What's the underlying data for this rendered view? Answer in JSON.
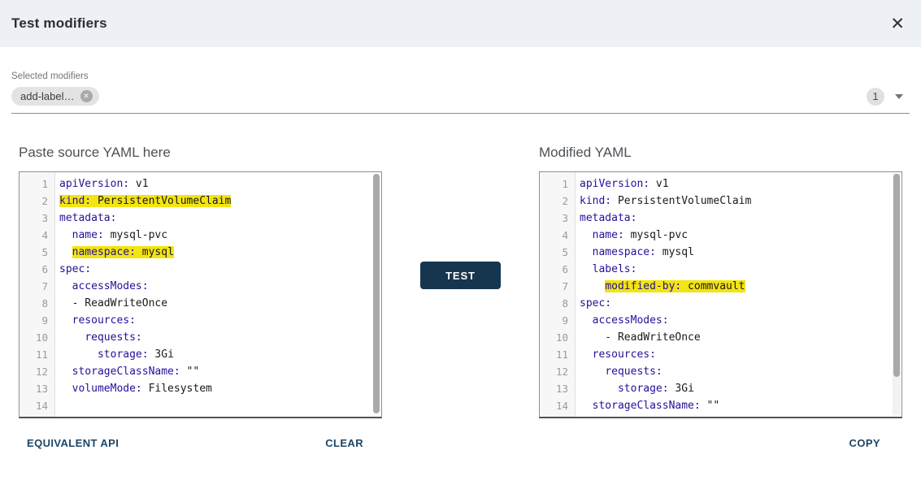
{
  "dialog": {
    "title": "Test modifiers",
    "close_icon": "✕"
  },
  "modifiers": {
    "label": "Selected modifiers",
    "chip": {
      "label": "add-label…",
      "remove_icon": "✕"
    },
    "count_badge": "1"
  },
  "panels": {
    "source": {
      "title": "Paste source YAML here"
    },
    "modified": {
      "title": "Modified YAML"
    }
  },
  "test_button": {
    "label": "TEST"
  },
  "actions": {
    "equivalent_api": "EQUIVALENT API",
    "clear": "CLEAR",
    "copy": "COPY"
  },
  "colors": {
    "header_bg": "#edf0f5",
    "accent_navy": "#16354e",
    "highlight_yellow": "#f3e412",
    "yaml_key": "#221199",
    "yaml_value": "#1a1a1a",
    "link_text": "#1b4666"
  },
  "source_yaml": {
    "lines": [
      {
        "n": "1",
        "segs": [
          {
            "t": "apiVersion:",
            "c": "key"
          },
          {
            "t": " v1",
            "c": "val"
          }
        ]
      },
      {
        "n": "2",
        "segs": [
          {
            "t": "kind:",
            "c": "key",
            "hl": true
          },
          {
            "t": " PersistentVolumeClaim",
            "c": "val",
            "hl": true
          }
        ]
      },
      {
        "n": "3",
        "segs": [
          {
            "t": "metadata:",
            "c": "key"
          }
        ]
      },
      {
        "n": "4",
        "segs": [
          {
            "t": "  ",
            "c": "val"
          },
          {
            "t": "name:",
            "c": "key"
          },
          {
            "t": " mysql-pvc",
            "c": "val"
          }
        ]
      },
      {
        "n": "5",
        "segs": [
          {
            "t": "  ",
            "c": "val"
          },
          {
            "t": "namespace:",
            "c": "key",
            "hl": true
          },
          {
            "t": " mysql",
            "c": "val",
            "hl": true
          }
        ]
      },
      {
        "n": "6",
        "segs": [
          {
            "t": "spec:",
            "c": "key"
          }
        ]
      },
      {
        "n": "7",
        "segs": [
          {
            "t": "  ",
            "c": "val"
          },
          {
            "t": "accessModes:",
            "c": "key"
          }
        ]
      },
      {
        "n": "8",
        "segs": [
          {
            "t": "  - ReadWriteOnce",
            "c": "val"
          }
        ]
      },
      {
        "n": "9",
        "segs": [
          {
            "t": "  ",
            "c": "val"
          },
          {
            "t": "resources:",
            "c": "key"
          }
        ]
      },
      {
        "n": "10",
        "segs": [
          {
            "t": "    ",
            "c": "val"
          },
          {
            "t": "requests:",
            "c": "key"
          }
        ]
      },
      {
        "n": "11",
        "segs": [
          {
            "t": "      ",
            "c": "val"
          },
          {
            "t": "storage:",
            "c": "key"
          },
          {
            "t": " 3Gi",
            "c": "val"
          }
        ]
      },
      {
        "n": "12",
        "segs": [
          {
            "t": "  ",
            "c": "val"
          },
          {
            "t": "storageClassName:",
            "c": "key"
          },
          {
            "t": " \"\"",
            "c": "val"
          }
        ]
      },
      {
        "n": "13",
        "segs": [
          {
            "t": "  ",
            "c": "val"
          },
          {
            "t": "volumeMode:",
            "c": "key"
          },
          {
            "t": " Filesystem",
            "c": "val"
          }
        ]
      },
      {
        "n": "14",
        "segs": []
      }
    ]
  },
  "modified_yaml": {
    "lines": [
      {
        "n": "1",
        "segs": [
          {
            "t": "apiVersion:",
            "c": "key"
          },
          {
            "t": " v1",
            "c": "val"
          }
        ]
      },
      {
        "n": "2",
        "segs": [
          {
            "t": "kind:",
            "c": "key"
          },
          {
            "t": " PersistentVolumeClaim",
            "c": "val"
          }
        ]
      },
      {
        "n": "3",
        "segs": [
          {
            "t": "metadata:",
            "c": "key"
          }
        ]
      },
      {
        "n": "4",
        "segs": [
          {
            "t": "  ",
            "c": "val"
          },
          {
            "t": "name:",
            "c": "key"
          },
          {
            "t": " mysql-pvc",
            "c": "val"
          }
        ]
      },
      {
        "n": "5",
        "segs": [
          {
            "t": "  ",
            "c": "val"
          },
          {
            "t": "namespace:",
            "c": "key"
          },
          {
            "t": " mysql",
            "c": "val"
          }
        ]
      },
      {
        "n": "6",
        "segs": [
          {
            "t": "  ",
            "c": "val"
          },
          {
            "t": "labels:",
            "c": "key"
          }
        ]
      },
      {
        "n": "7",
        "segs": [
          {
            "t": "    ",
            "c": "val"
          },
          {
            "t": "modified-by:",
            "c": "key",
            "hl": true
          },
          {
            "t": " commvault",
            "c": "val",
            "hl": true
          }
        ]
      },
      {
        "n": "8",
        "segs": [
          {
            "t": "spec:",
            "c": "key"
          }
        ]
      },
      {
        "n": "9",
        "segs": [
          {
            "t": "  ",
            "c": "val"
          },
          {
            "t": "accessModes:",
            "c": "key"
          }
        ]
      },
      {
        "n": "10",
        "segs": [
          {
            "t": "    - ReadWriteOnce",
            "c": "val"
          }
        ]
      },
      {
        "n": "11",
        "segs": [
          {
            "t": "  ",
            "c": "val"
          },
          {
            "t": "resources:",
            "c": "key"
          }
        ]
      },
      {
        "n": "12",
        "segs": [
          {
            "t": "    ",
            "c": "val"
          },
          {
            "t": "requests:",
            "c": "key"
          }
        ]
      },
      {
        "n": "13",
        "segs": [
          {
            "t": "      ",
            "c": "val"
          },
          {
            "t": "storage:",
            "c": "key"
          },
          {
            "t": " 3Gi",
            "c": "val"
          }
        ]
      },
      {
        "n": "14",
        "segs": [
          {
            "t": "  ",
            "c": "val"
          },
          {
            "t": "storageClassName:",
            "c": "key"
          },
          {
            "t": " \"\"",
            "c": "val"
          }
        ]
      }
    ]
  }
}
